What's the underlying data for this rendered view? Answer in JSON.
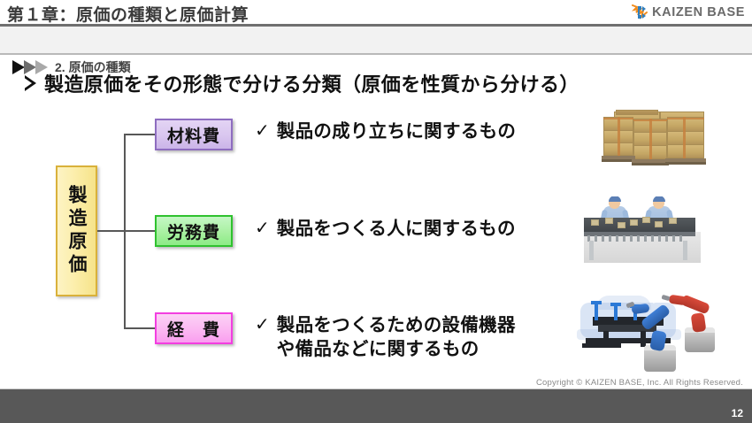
{
  "header": {
    "chapter_title": "第１章：原価の種類と原価計算",
    "section_title": "2. 原価の種類",
    "logo_text": "KAIZEN BASE"
  },
  "heading": {
    "text": "製造原価をその形態で分ける分類（原価を性質から分ける）"
  },
  "diagram": {
    "root_label": "製造原価",
    "categories": [
      {
        "label": "材料費",
        "description": "製品の成り立ちに関するもの",
        "description_line2": "",
        "color": "#cbb4e8",
        "border": "#8e6dc0",
        "picture": "cardboard-boxes-on-pallets"
      },
      {
        "label": "労務費",
        "description": "製品をつくる人に関するもの",
        "description_line2": "",
        "color": "#8ceb86",
        "border": "#2fc22f",
        "picture": "workers-at-conveyor-line"
      },
      {
        "label": "経　費",
        "description": "製品をつくるための設備機器",
        "description_line2": "や備品などに関するもの",
        "color": "#fa9eef",
        "border": "#f33ee0",
        "picture": "industrial-robot-arms"
      }
    ],
    "check_mark": "✓"
  },
  "footer": {
    "copyright": "Copyright ©  KAIZEN BASE, Inc.  All Rights Reserved.",
    "page_number": "12"
  },
  "colors": {
    "root_box": "#f6e38a",
    "root_border": "#d9b13a",
    "title_text": "#3a3a3a",
    "footer_bar": "#585858",
    "logo_orange": "#f08c1e",
    "logo_blue": "#2e7fc0"
  }
}
